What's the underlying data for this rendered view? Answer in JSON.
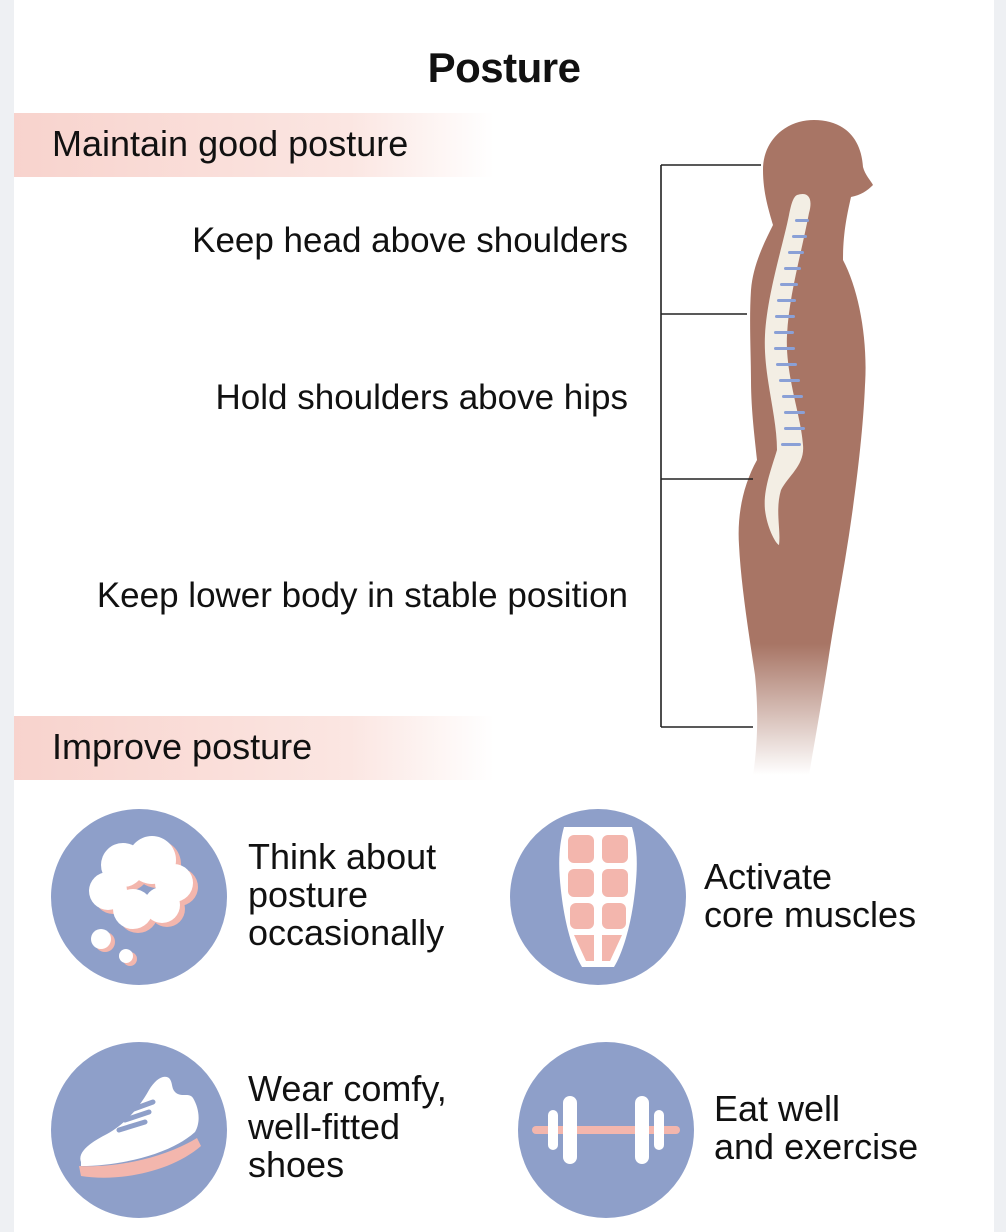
{
  "title": "Posture",
  "maintain": {
    "heading": "Maintain good posture",
    "steps": [
      "Keep head above shoulders",
      "Hold shoulders above hips",
      "Keep lower body in stable position"
    ]
  },
  "improve": {
    "heading": "Improve posture",
    "tips": [
      {
        "text": "Think about\nposture\noccasionally",
        "icon": "thought-cloud-icon"
      },
      {
        "text": "Activate\ncore muscles",
        "icon": "abdominal-muscles-icon"
      },
      {
        "text": "Wear comfy,\nwell-fitted\nshoes",
        "icon": "sneaker-icon"
      },
      {
        "text": "Eat well\nand exercise",
        "icon": "dumbbell-icon"
      }
    ]
  },
  "colors": {
    "band": "#f8d3cd",
    "skin": "#a87565",
    "circle": "#8e9fc9",
    "spine": "#f3eee4",
    "disc": "#8aa0d6",
    "accent_pink": "#f3b6ad"
  }
}
